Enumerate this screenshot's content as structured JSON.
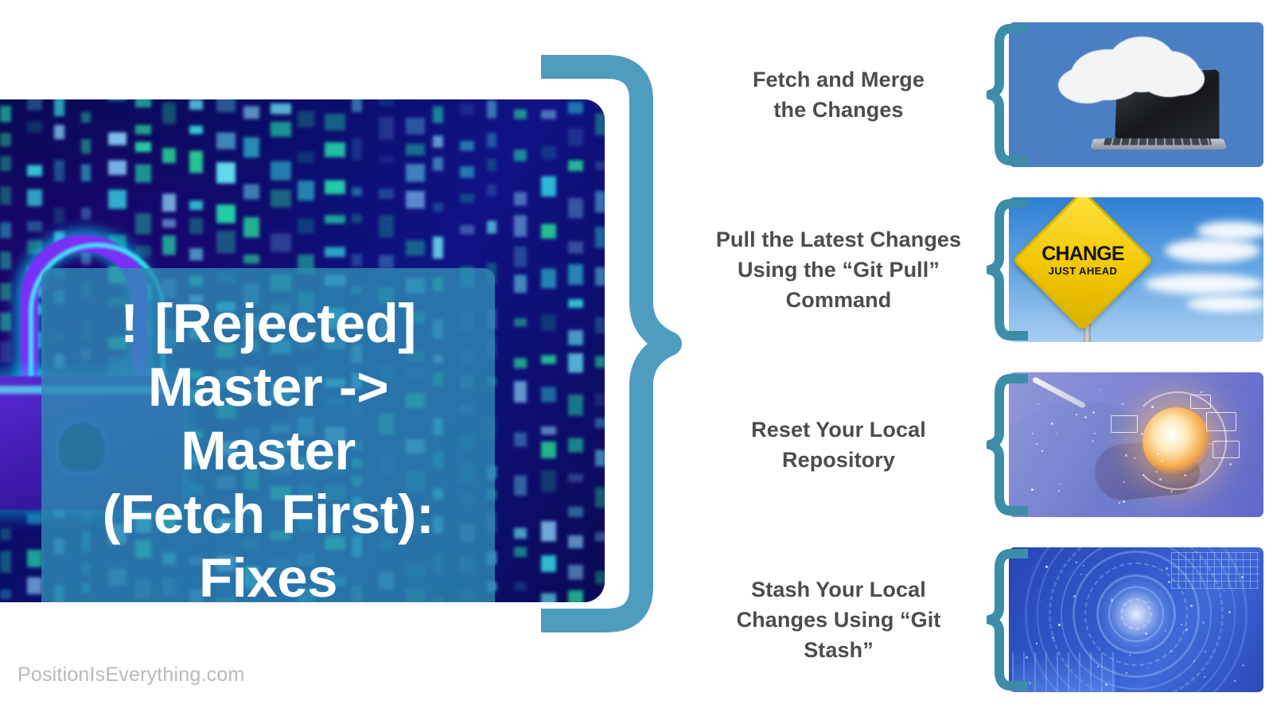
{
  "page": {
    "background_color": "#ffffff",
    "accent_teal": "#4E9CBE",
    "label_text_color": "#4c4c4c",
    "watermark": "PositionIsEverything.com"
  },
  "hero": {
    "title_lines": [
      "! [Rejected]",
      "Master ->",
      "Master",
      "(Fetch First):",
      "Fixes"
    ],
    "title_full": "! [Rejected] Master -> Master (Fetch First): Fixes",
    "plate_color": "#2E8CB4",
    "image_alt": "neon padlock over matrix code background",
    "image_colors": [
      "#0a0a52",
      "#7b2ff7",
      "#3cfffa",
      "#2dffa0"
    ]
  },
  "connector": {
    "name": "big-right-brace",
    "color": "#4E9CBE"
  },
  "steps": [
    {
      "index": "1",
      "label": "Fetch and Merge the Changes",
      "label_lines": [
        "Fetch and Merge",
        "the Changes"
      ],
      "brace_color": "#3D8CA8",
      "image": {
        "alt": "laptop with cloud emerging from screen",
        "background_color": "#4a7fc4"
      }
    },
    {
      "index": "2",
      "label": "Pull the Latest Changes Using the “Git Pull” Command",
      "label_lines": [
        "Pull the Latest Changes",
        "Using the “Git Pull”",
        "Command"
      ],
      "brace_color": "#3D8CA8",
      "image": {
        "alt": "yellow road sign in blue sky",
        "background_color": "#69a9e4",
        "sign_line1": "CHANGE",
        "sign_line2": "JUST AHEAD",
        "sign_color": "#F0C400"
      }
    },
    {
      "index": "3",
      "label": "Reset Your Local Repository",
      "label_lines": [
        "Reset Your Local",
        "Repository"
      ],
      "brace_color": "#3D8CA8",
      "image": {
        "alt": "person holding glowing digital globe hologram",
        "background_color": "#7f86d4"
      }
    },
    {
      "index": "4",
      "label": "Stash Your Local Changes Using “Git Stash”",
      "label_lines": [
        "Stash Your Local",
        "Changes Using “Git",
        "Stash”"
      ],
      "brace_color": "#3D8CA8",
      "image": {
        "alt": "abstract blue radial technology circuit",
        "background_color": "#2f55c6"
      }
    }
  ]
}
